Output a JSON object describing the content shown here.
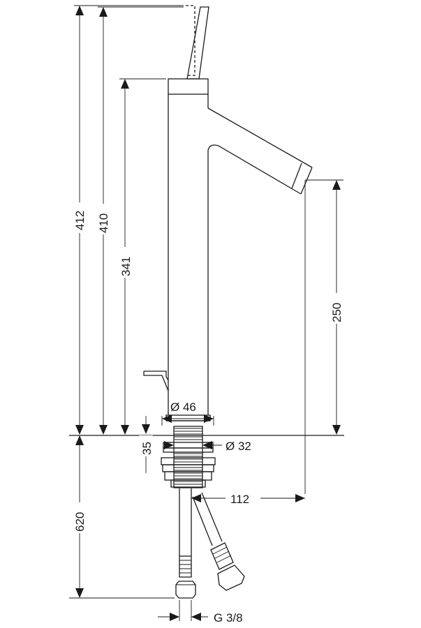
{
  "dimensions": {
    "total_height": "412",
    "height_to_handle": "410",
    "body_height": "341",
    "spout_height": "250",
    "base_diameter": "Ø 46",
    "thread_diameter": "Ø 32",
    "mount_depth": "35",
    "hose_length": "620",
    "spout_reach": "112",
    "connection_thread": "G 3/8"
  },
  "colors": {
    "line": "#1a1a1a",
    "background": "#ffffff"
  }
}
